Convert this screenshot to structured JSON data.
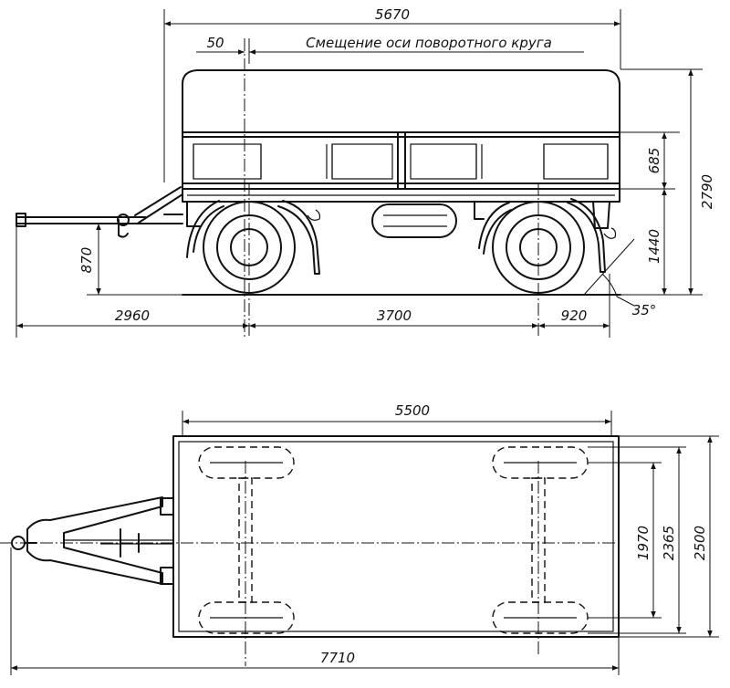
{
  "side_view": {
    "overall_length": "5670",
    "kingpin_offset": "50",
    "kingpin_caption": "Смещение оси поворотного круга",
    "side_height": "685",
    "total_height": "2790",
    "platform_height": "1440",
    "drawbar_height": "870",
    "drawbar_length": "2960",
    "wheelbase": "3700",
    "rear_overhang": "920",
    "departure_angle": "35°"
  },
  "top_view": {
    "body_length": "5500",
    "overall_length": "7710",
    "track_width": "1970",
    "wheel_span": "2365",
    "overall_width": "2500"
  }
}
